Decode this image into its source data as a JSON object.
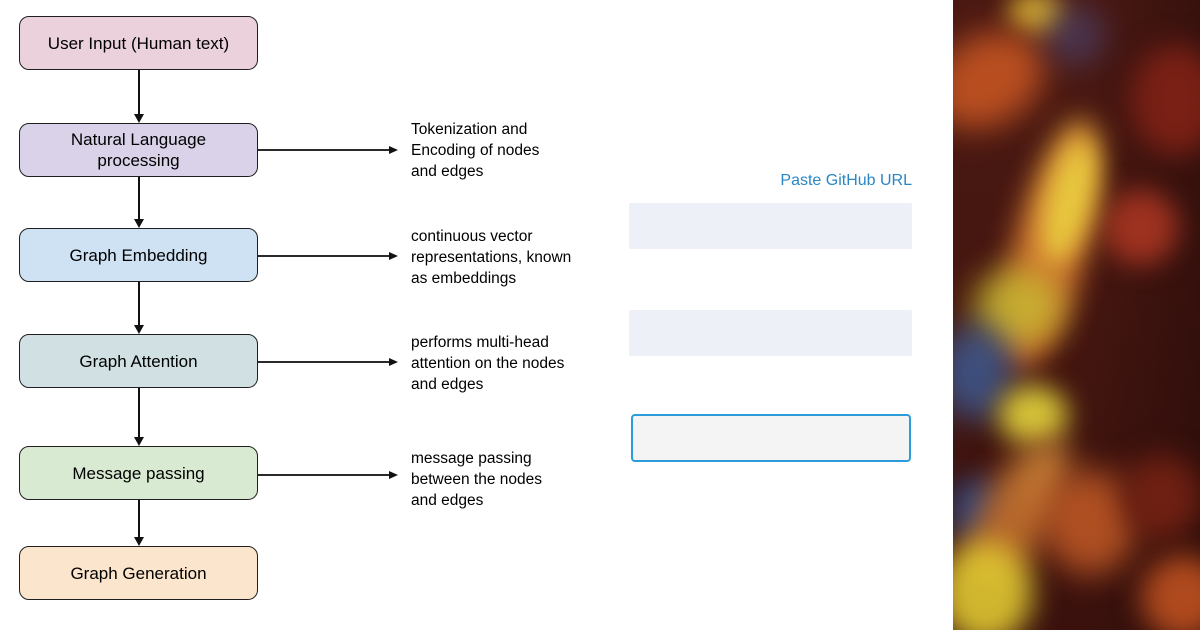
{
  "page": {
    "background": "#ffffff"
  },
  "flowchart": {
    "border_color": "#1f1f1f",
    "nodes": [
      {
        "id": "user-input",
        "label": "User Input (Human text)",
        "fill": "#ead1dc"
      },
      {
        "id": "nlp",
        "label": "Natural Language processing",
        "fill": "#d9d2e9"
      },
      {
        "id": "graph-embedding",
        "label": "Graph Embedding",
        "fill": "#cfe2f3"
      },
      {
        "id": "graph-attention",
        "label": "Graph Attention",
        "fill": "#d0e0e3"
      },
      {
        "id": "message-passing",
        "label": "Message passing",
        "fill": "#d9ead3"
      },
      {
        "id": "graph-generation",
        "label": "Graph Generation",
        "fill": "#fce5cd"
      }
    ],
    "annotations": [
      {
        "lines": [
          "Tokenization and",
          "Encoding of nodes",
          "and edges"
        ]
      },
      {
        "lines": [
          "continuous vector",
          "representations, known",
          "as embeddings"
        ]
      },
      {
        "lines": [
          "performs multi-head",
          "attention on the nodes",
          "and edges"
        ]
      },
      {
        "lines": [
          "message passing",
          "between the nodes",
          "and edges"
        ]
      }
    ]
  },
  "form": {
    "github_link": {
      "label": "Paste GitHub URL",
      "color": "#2b87c4"
    },
    "fields": [
      {
        "name": "field-1",
        "value": "",
        "fill": "#edf1f7"
      },
      {
        "name": "field-2",
        "value": "",
        "fill": "#edf1f7"
      },
      {
        "name": "field-3-focused",
        "value": "",
        "fill": "#f4f4f4",
        "border": "#2d9cdb"
      }
    ]
  },
  "photo": {
    "description": "blurred bokeh lights photo strip",
    "dominant_colors": [
      "#451610",
      "#c85a28",
      "#e5c93e",
      "#8a2a1a",
      "#3d5e9a"
    ]
  }
}
